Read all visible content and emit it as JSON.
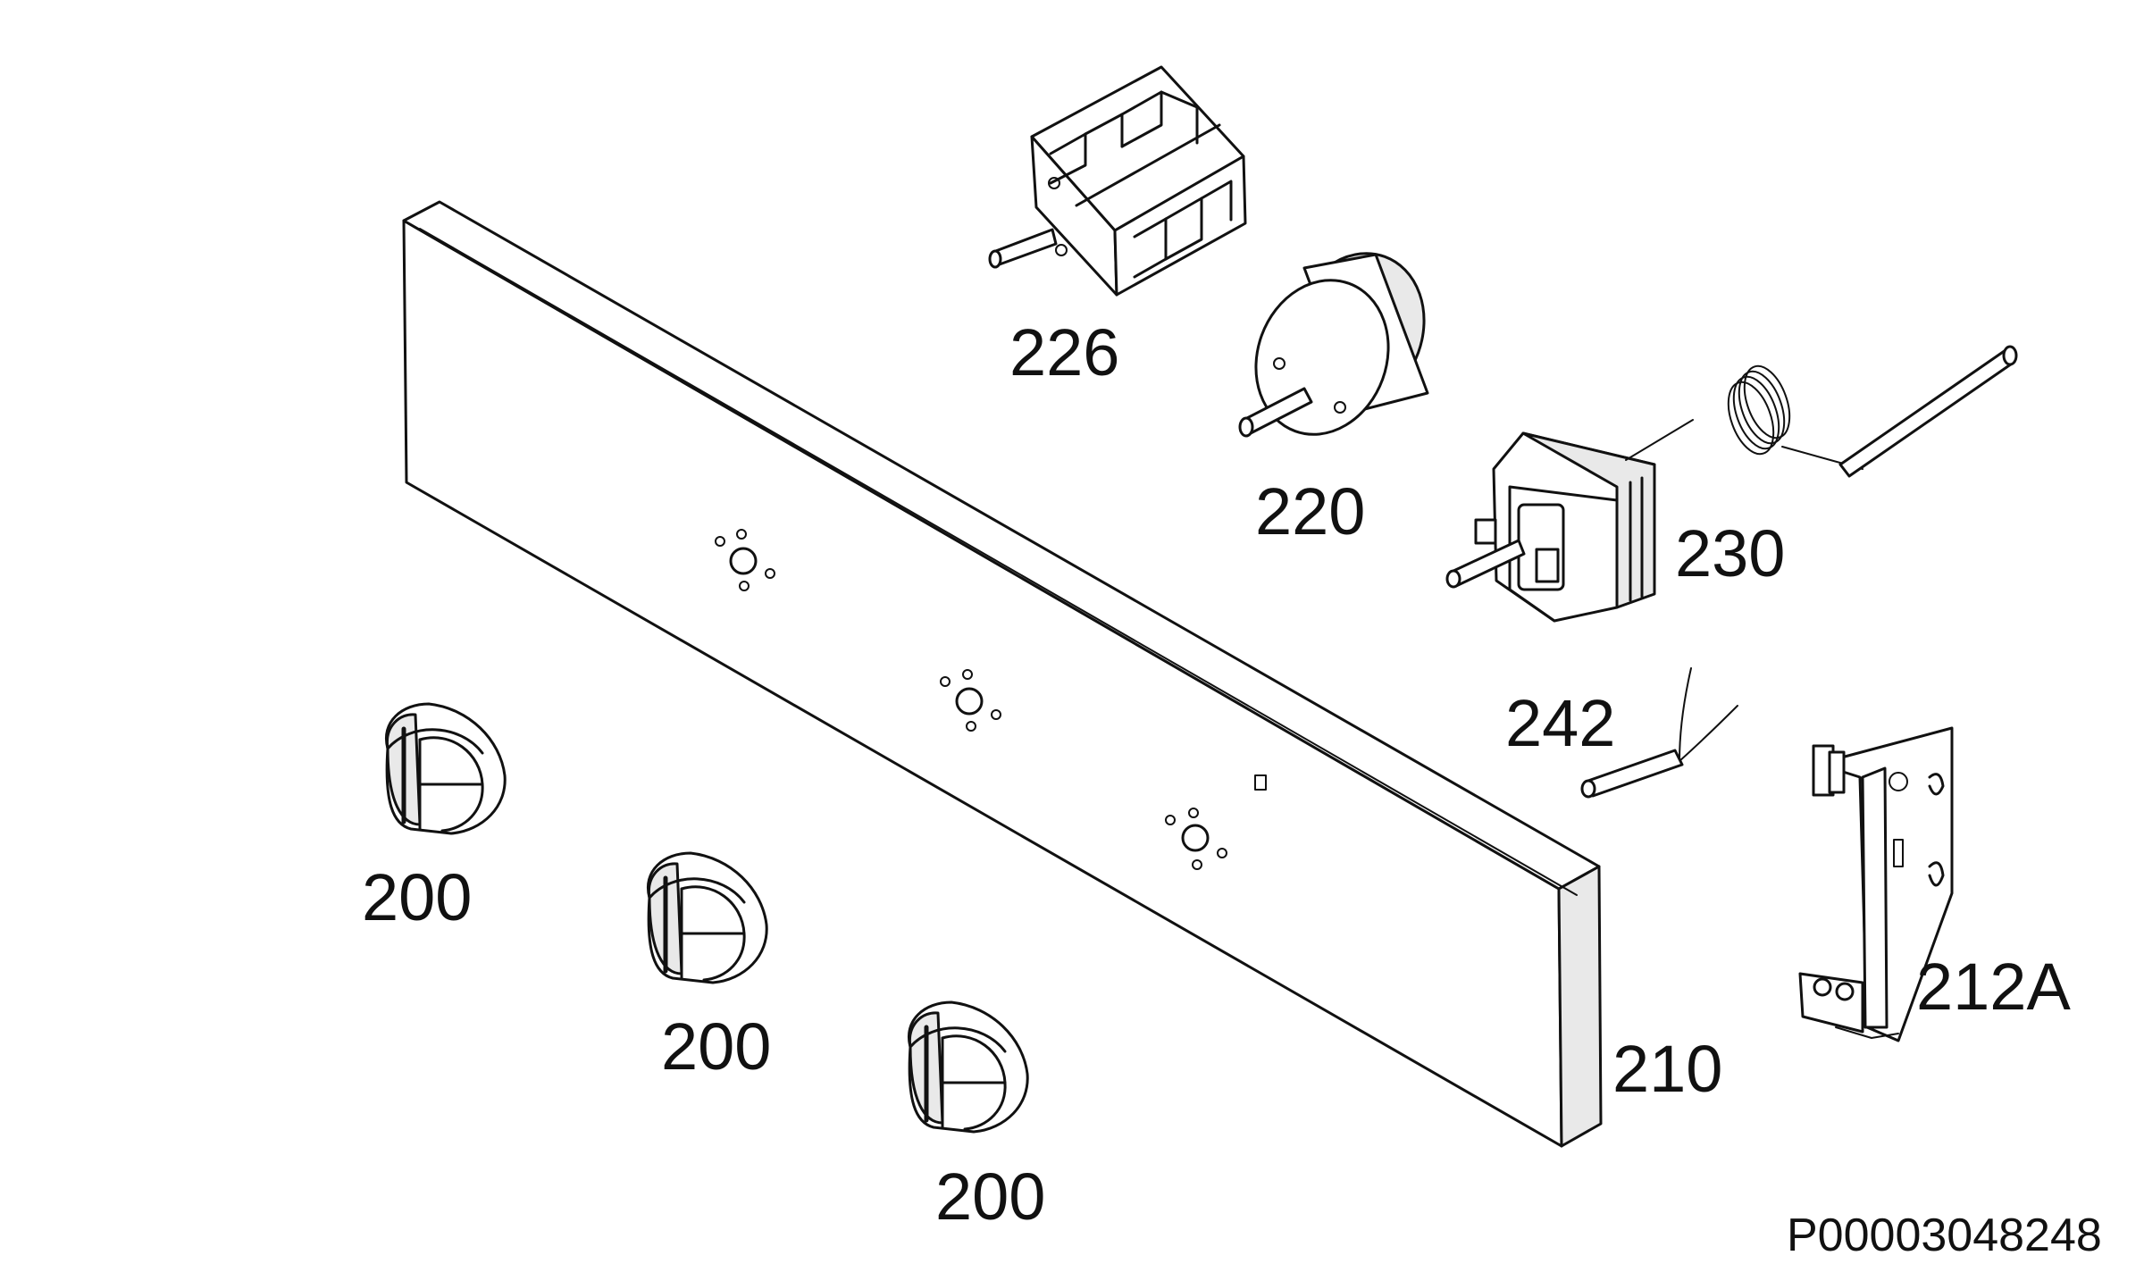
{
  "diagram": {
    "parts": [
      {
        "id": "226",
        "label": "226",
        "name": "selector-switch"
      },
      {
        "id": "220",
        "label": "220",
        "name": "timer"
      },
      {
        "id": "230",
        "label": "230",
        "name": "thermostat"
      },
      {
        "id": "242",
        "label": "242",
        "name": "indicator-lamp"
      },
      {
        "id": "212A",
        "label": "212A",
        "name": "bracket"
      },
      {
        "id": "210",
        "label": "210",
        "name": "control-panel"
      },
      {
        "id": "200a",
        "label": "200",
        "name": "knob"
      },
      {
        "id": "200b",
        "label": "200",
        "name": "knob"
      },
      {
        "id": "200c",
        "label": "200",
        "name": "knob"
      }
    ],
    "drawing_code": "P00003048248"
  }
}
